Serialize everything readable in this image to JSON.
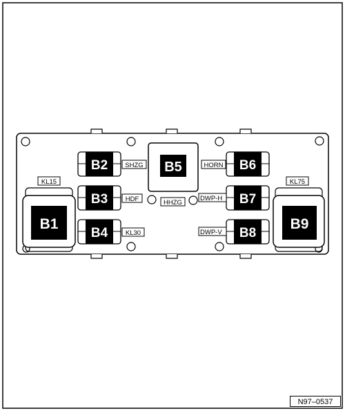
{
  "figure": {
    "relays": [
      {
        "id": "B1",
        "label": "B1"
      },
      {
        "id": "B2",
        "label": "B2"
      },
      {
        "id": "B3",
        "label": "B3"
      },
      {
        "id": "B4",
        "label": "B4"
      },
      {
        "id": "B5",
        "label": "B5"
      },
      {
        "id": "B6",
        "label": "B6"
      },
      {
        "id": "B7",
        "label": "B7"
      },
      {
        "id": "B8",
        "label": "B8"
      },
      {
        "id": "B9",
        "label": "B9"
      }
    ],
    "tags": [
      {
        "id": "kl15",
        "text": "KL15"
      },
      {
        "id": "shzg",
        "text": "SHZG"
      },
      {
        "id": "hdf",
        "text": "HDF"
      },
      {
        "id": "kl30",
        "text": "KL30"
      },
      {
        "id": "hhzg",
        "text": "HHZG"
      },
      {
        "id": "horn",
        "text": "HORN"
      },
      {
        "id": "dwph",
        "text": "DWP-H"
      },
      {
        "id": "dwpv",
        "text": "DWP-V"
      },
      {
        "id": "kl75",
        "text": "KL75"
      }
    ],
    "code": "N97–0537"
  }
}
